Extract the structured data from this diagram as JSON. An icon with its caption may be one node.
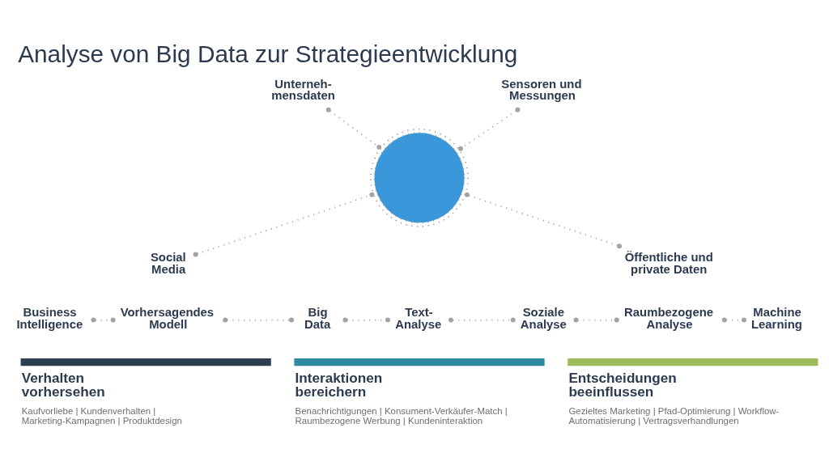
{
  "diagram": {
    "title": "Analyse von Big Data zur Strategieentwicklung",
    "nodes": [
      {
        "text": [
          "Unterneh- mensdaten"
        ]
      },
      {
        "text": [],
        "shape": "circle"
      },
      {
        "text": [
          "Sensoren und Messungen"
        ]
      },
      {
        "text": [
          "Social Media"
        ]
      },
      {
        "text": [
          "Öffentliche und private Daten"
        ]
      },
      {
        "text": [
          "Business Intelligence"
        ]
      },
      {
        "text": [
          "Vorhersagendes Modell"
        ]
      },
      {
        "text": [
          "Big Data"
        ]
      },
      {
        "text": [
          "Text- Analyse"
        ]
      },
      {
        "text": [
          "Soziale Analyse"
        ]
      },
      {
        "text": [
          "Raumbezogene Analyse"
        ]
      },
      {
        "text": [
          "Machine Learning"
        ]
      },
      {
        "text": [
          "Verhalten vorhersehen",
          "Kaufvorliebe | Kundenverhalten | Marketing-Kampagnen | Produktdesign"
        ]
      },
      {
        "text": [
          "Interaktionen bereichern",
          "Benachrichtigungen | Konsument-Verkäufer-Match | Raumbezogene Werbung | Kundeninteraktion"
        ]
      },
      {
        "text": [
          "Entscheidungen beeinflussen",
          "Gezieltes Marketing | Pfad-Optimierung | Workflow- Automatisierung | Vertragsverhandlungen"
        ]
      }
    ],
    "edges": [
      {
        "from": 0,
        "to": 1,
        "arrow": "other",
        "style": "dashed"
      },
      {
        "from": 2,
        "to": 1,
        "arrow": "other",
        "style": "dashed"
      },
      {
        "from": 3,
        "to": 1,
        "arrow": "other",
        "style": "dashed"
      },
      {
        "from": 4,
        "to": 1,
        "arrow": "other",
        "style": "dashed"
      },
      {
        "from": 5,
        "to": 6,
        "arrow": "other",
        "style": "dashed"
      },
      {
        "from": 6,
        "to": 7,
        "arrow": "other",
        "style": "dashed"
      },
      {
        "from": 7,
        "to": 8,
        "arrow": "other",
        "style": "dashed"
      },
      {
        "from": 8,
        "to": 9,
        "arrow": "other",
        "style": "dashed"
      },
      {
        "from": 9,
        "to": 10,
        "arrow": "other",
        "style": "dashed"
      },
      {
        "from": 10,
        "to": 11,
        "arrow": "other",
        "style": "dashed"
      }
    ]
  }
}
